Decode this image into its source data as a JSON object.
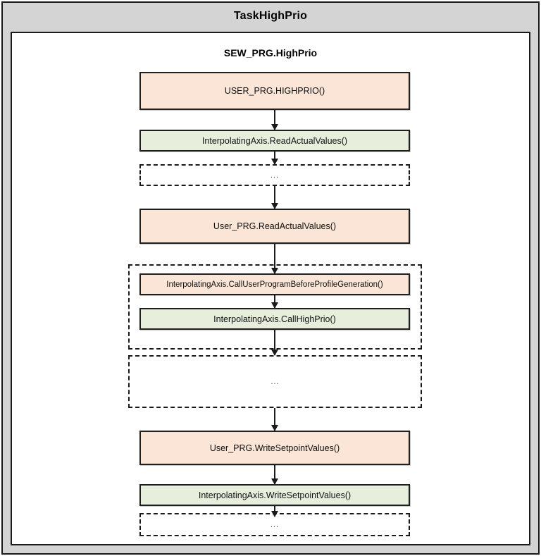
{
  "task": {
    "title": "TaskHighPrio"
  },
  "program": {
    "title": "SEW_PRG.HighPrio"
  },
  "colors": {
    "user_block": "#fbe5d6",
    "library_block": "#e7eedc",
    "frame_background": "#d4d4d4",
    "panel_background": "#ffffff",
    "border": "#1a1a1a"
  },
  "ellipsis": "...",
  "flow": {
    "nodes": [
      {
        "id": "user-prg-highprio",
        "label": "USER_PRG.HIGHPRIO()",
        "kind": "user"
      },
      {
        "id": "ia-read-actual-values",
        "label": "InterpolatingAxis.ReadActualValues()",
        "kind": "library"
      },
      {
        "id": "placeholder-1",
        "label": "...",
        "kind": "placeholder"
      },
      {
        "id": "user-prg-read-actual-values",
        "label": "User_PRG.ReadActualValues()",
        "kind": "user"
      },
      {
        "id": "ia-call-user-program",
        "label": "InterpolatingAxis.CallUserProgramBeforeProfileGeneration()",
        "kind": "user"
      },
      {
        "id": "ia-call-high-prio",
        "label": "InterpolatingAxis.CallHighPrio()",
        "kind": "library"
      },
      {
        "id": "group-placeholder",
        "label": "...",
        "kind": "group-placeholder"
      },
      {
        "id": "user-prg-write-setpoint",
        "label": "User_PRG.WriteSetpointValues()",
        "kind": "user"
      },
      {
        "id": "ia-write-setpoint",
        "label": "InterpolatingAxis.WriteSetpointValues()",
        "kind": "library"
      },
      {
        "id": "placeholder-2",
        "label": "...",
        "kind": "placeholder"
      }
    ]
  }
}
